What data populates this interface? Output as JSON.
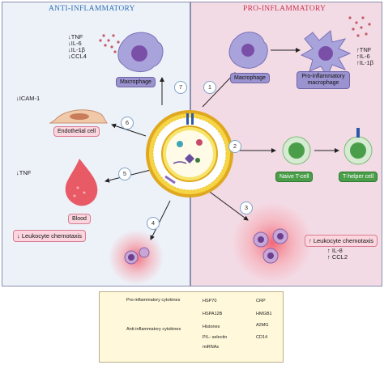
{
  "titles": {
    "anti": "ANTI-INFLAMMATORY",
    "pro": "PRO-INFLAMMATORY"
  },
  "left": {
    "cytokines": [
      "↓TNF",
      "↓IL-6",
      "↓IL-1β",
      "↓CCL4"
    ],
    "macrophage": "Macrophage",
    "icam": "↓ICAM-1",
    "endothelial": "Endothelial cell",
    "tnf": "↓TNF",
    "blood": "Blood",
    "leukocyte": "↓ Leukocyte chemotaxis"
  },
  "right": {
    "macrophage": "Macrophage",
    "pro_macrophage": "Pro-inflammatory macrophage",
    "pro_cytokines": [
      "↑TNF",
      "↑IL-6",
      "↑IL-1β"
    ],
    "naive_t": "Naive T-cell",
    "t_helper": "T-helper cell",
    "leukocyte": "↑ Leukocyte chemotaxis",
    "il8": "↑ IL-8",
    "ccl2": "↑ CCL2"
  },
  "steps": [
    "1",
    "2",
    "3",
    "4",
    "5",
    "6",
    "7"
  ],
  "legend": {
    "pro_cytokines": "Pro-inflammatory cytokines",
    "anti_cytokines": "Anti-inflammatory cytokines",
    "hsp70": "HSP70",
    "hspa12b": "HSPA12B",
    "histones": "Histones",
    "pl_selectin": "P/L- selectin",
    "mirnas": "miRNAs",
    "crp": "CRP",
    "hmgb1": "HMGB1",
    "a2mg": "A2MG",
    "cd14": "CD14"
  },
  "colors": {
    "anti_bg": "#edf1f8",
    "pro_bg": "#f3dbe5",
    "anti_accent": "#2a6fb5",
    "pro_accent": "#c8324a",
    "macrophage": "#9b93cf",
    "tcell": "#4a9e4a",
    "legend_bg": "#fff8da"
  }
}
